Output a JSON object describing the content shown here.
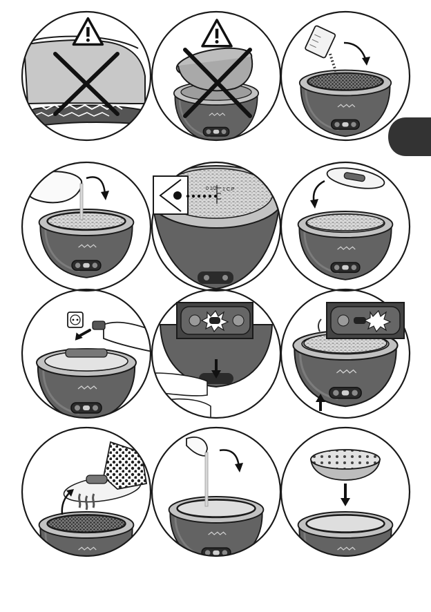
{
  "document": {
    "type": "instruction-sheet",
    "steps": [
      {
        "id": 1,
        "subject": "do-not-use-on-hot-surface",
        "warning": true
      },
      {
        "id": 2,
        "subject": "do-not-remove-outer-shell",
        "warning": true
      },
      {
        "id": 3,
        "subject": "pour-rice-into-bowl"
      },
      {
        "id": 4,
        "subject": "pour-water-into-bowl"
      },
      {
        "id": 5,
        "subject": "check-water-level-marks"
      },
      {
        "id": 6,
        "subject": "place-lid"
      },
      {
        "id": 7,
        "subject": "plug-in-appliance"
      },
      {
        "id": 8,
        "subject": "press-cook-switch"
      },
      {
        "id": 9,
        "subject": "keep-warm-mode"
      },
      {
        "id": 10,
        "subject": "remove-lid-with-oven-glove"
      },
      {
        "id": 11,
        "subject": "add-water-for-steaming"
      },
      {
        "id": 12,
        "subject": "place-steam-basket"
      }
    ],
    "level_marks": {
      "left": "0 1/2",
      "right": "1 C.P"
    },
    "page_tab": {
      "color": "#333333",
      "label": ""
    },
    "colors": {
      "body": "#636363",
      "body_dark": "#4a4a4a",
      "rim": "#b8b8b8",
      "outline": "#1a1a1a"
    }
  }
}
